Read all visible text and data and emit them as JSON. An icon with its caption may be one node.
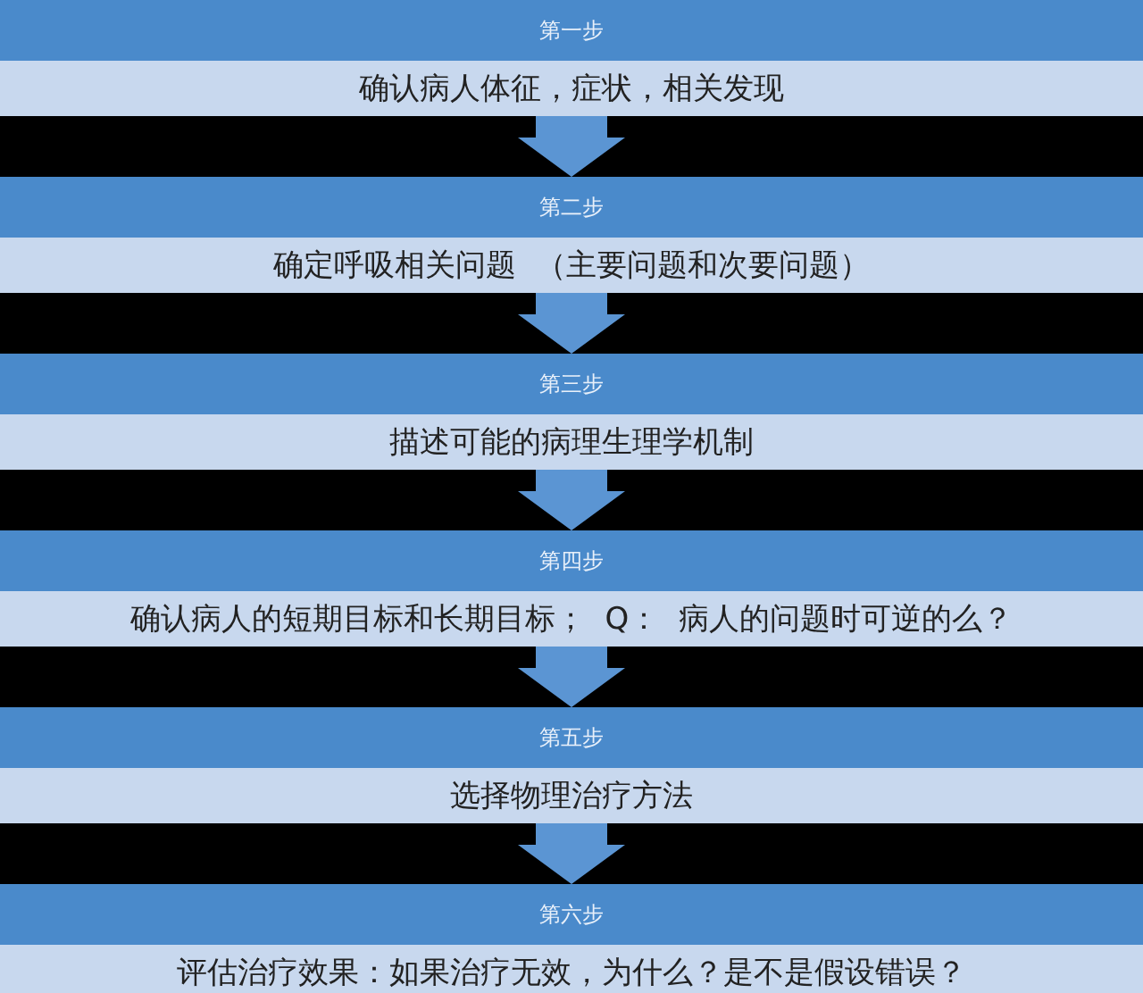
{
  "diagram": {
    "nodes": [
      {
        "text": [
          "第一步",
          "确认病人体征，症状，相关发现"
        ]
      },
      {
        "text": [
          "第二步",
          "确定呼吸相关问题  （主要问题和次要问题）"
        ]
      },
      {
        "text": [
          "第三步",
          "描述可能的病理生理学机制"
        ]
      },
      {
        "text": [
          "第四步",
          "确认病人的短期目标和长期目标；  Q：  病人的问题时可逆的么？"
        ]
      },
      {
        "text": [
          "第五步",
          "选择物理治疗方法"
        ]
      },
      {
        "text": [
          "第六步",
          "评估治疗效果：如果治疗无效，为什么？是不是假设错误？"
        ]
      }
    ],
    "edges": [
      {
        "from": 0,
        "to": 1,
        "arrow": "to"
      },
      {
        "from": 1,
        "to": 2,
        "arrow": "to"
      },
      {
        "from": 2,
        "to": 3,
        "arrow": "to"
      },
      {
        "from": 3,
        "to": 4,
        "arrow": "to"
      },
      {
        "from": 4,
        "to": 5,
        "arrow": "to"
      }
    ]
  }
}
